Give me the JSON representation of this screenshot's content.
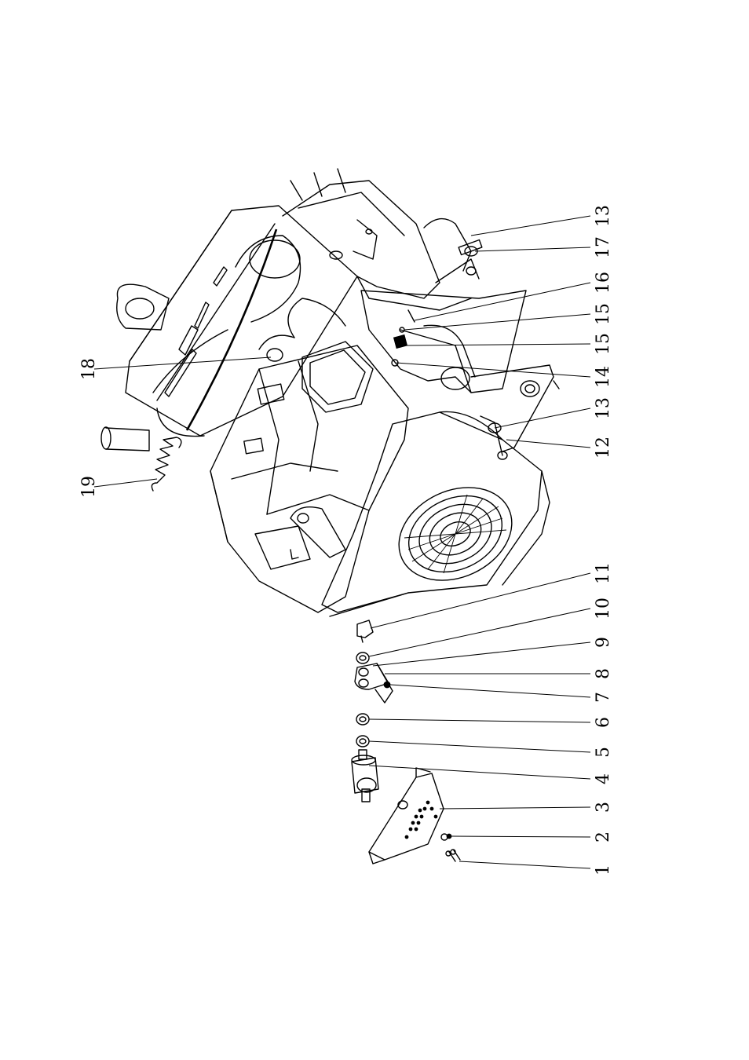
{
  "diagram": {
    "callouts": [
      {
        "id": "1",
        "label": "1"
      },
      {
        "id": "2",
        "label": "2"
      },
      {
        "id": "3",
        "label": "3"
      },
      {
        "id": "4",
        "label": "4"
      },
      {
        "id": "5",
        "label": "5"
      },
      {
        "id": "6",
        "label": "6"
      },
      {
        "id": "7",
        "label": "7"
      },
      {
        "id": "8",
        "label": "8"
      },
      {
        "id": "9",
        "label": "9"
      },
      {
        "id": "10",
        "label": "10"
      },
      {
        "id": "11",
        "label": "11"
      },
      {
        "id": "12",
        "label": "12"
      },
      {
        "id": "13a",
        "label": "13"
      },
      {
        "id": "14",
        "label": "14"
      },
      {
        "id": "15a",
        "label": "15"
      },
      {
        "id": "15b",
        "label": "15"
      },
      {
        "id": "16",
        "label": "16"
      },
      {
        "id": "17",
        "label": "17"
      },
      {
        "id": "13b",
        "label": "13"
      },
      {
        "id": "18",
        "label": "18"
      },
      {
        "id": "19",
        "label": "19"
      }
    ]
  }
}
